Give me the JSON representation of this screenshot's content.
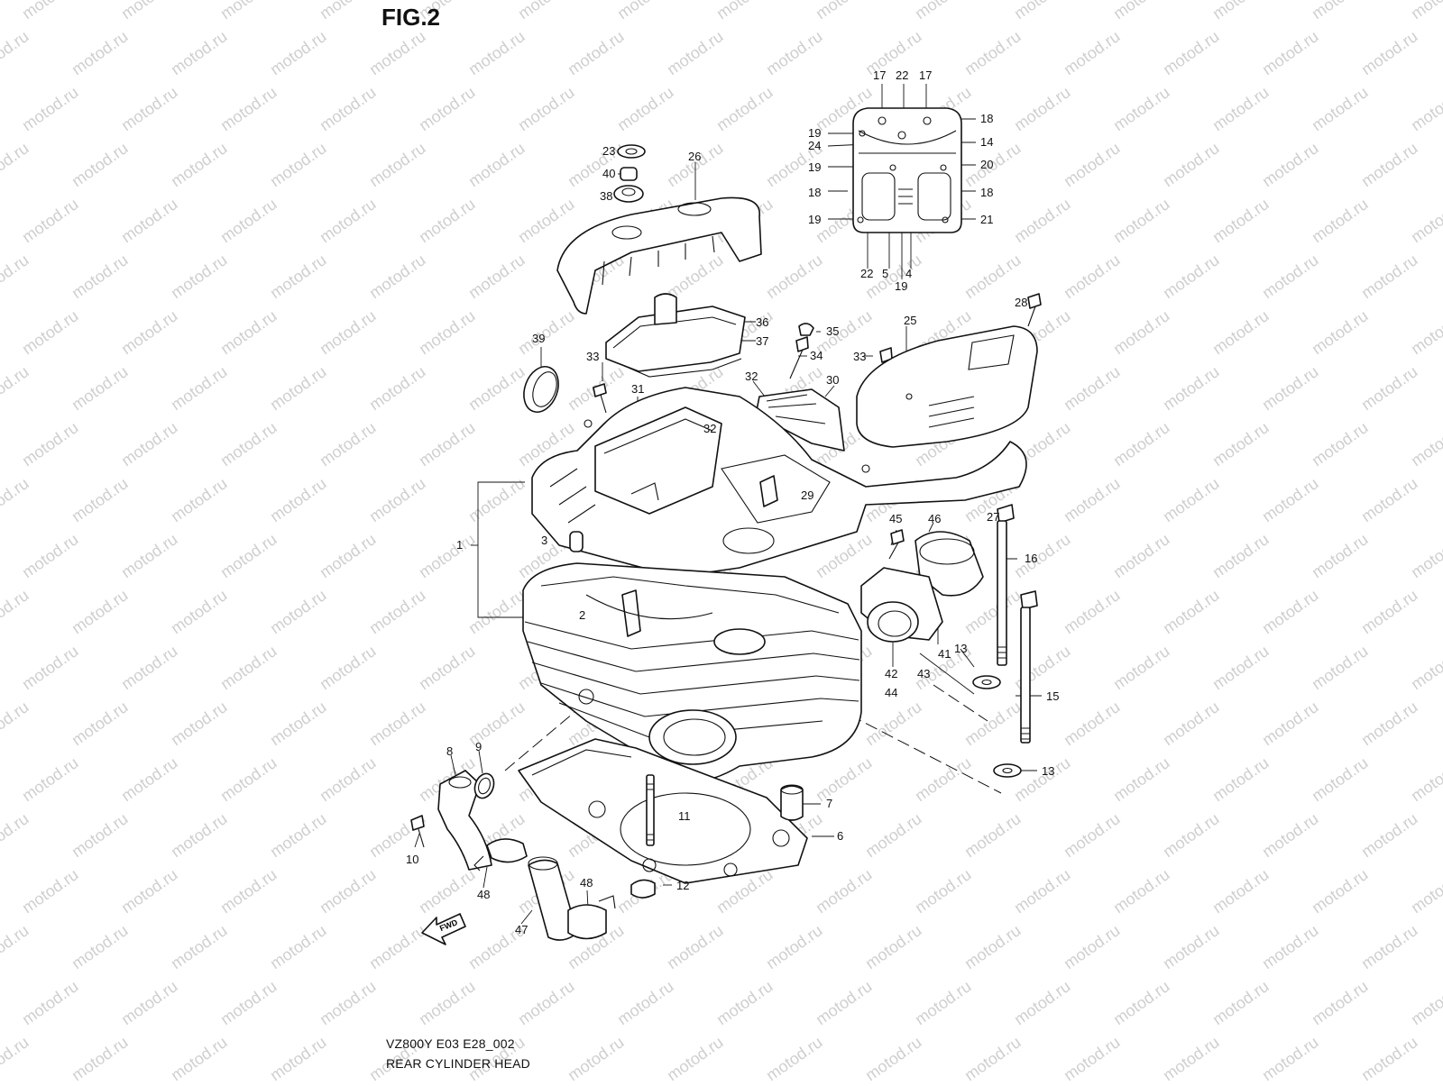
{
  "figure": {
    "title": "FIG.2",
    "code": "VZ800Y E03 E28_002",
    "name": "REAR CYLINDER HEAD"
  },
  "watermark": {
    "text": "motod.ru"
  },
  "fwd_arrow": {
    "label": "FWD"
  },
  "callouts": [
    "17",
    "22",
    "17",
    "18",
    "19",
    "24",
    "14",
    "19",
    "20",
    "18",
    "18",
    "19",
    "21",
    "22",
    "5",
    "4",
    "19",
    "23",
    "40",
    "38",
    "26",
    "28",
    "25",
    "36",
    "35",
    "37",
    "34",
    "33",
    "33",
    "39",
    "32",
    "30",
    "31",
    "32",
    "29",
    "27",
    "1",
    "3",
    "45",
    "46",
    "16",
    "2",
    "13",
    "42",
    "44",
    "41",
    "43",
    "15",
    "8",
    "9",
    "13",
    "10",
    "11",
    "7",
    "6",
    "12",
    "48",
    "48",
    "47"
  ]
}
